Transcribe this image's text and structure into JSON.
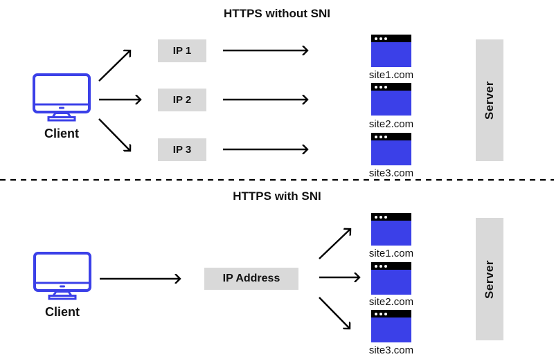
{
  "colors": {
    "accent_blue": "#3B40E8",
    "box_gray": "#D9D9D9",
    "arrow_black": "#000000",
    "titlebar_black": "#000000",
    "dot_white": "#FFFFFF"
  },
  "top": {
    "title": "HTTPS without SNI",
    "client_label": "Client",
    "ip_boxes": [
      "IP 1",
      "IP 2",
      "IP 3"
    ],
    "sites": [
      "site1.com",
      "site2.com",
      "site3.com"
    ],
    "server_label": "Server"
  },
  "bottom": {
    "title": "HTTPS with SNI",
    "client_label": "Client",
    "ip_box": "IP Address",
    "sites": [
      "site1.com",
      "site2.com",
      "site3.com"
    ],
    "server_label": "Server"
  }
}
